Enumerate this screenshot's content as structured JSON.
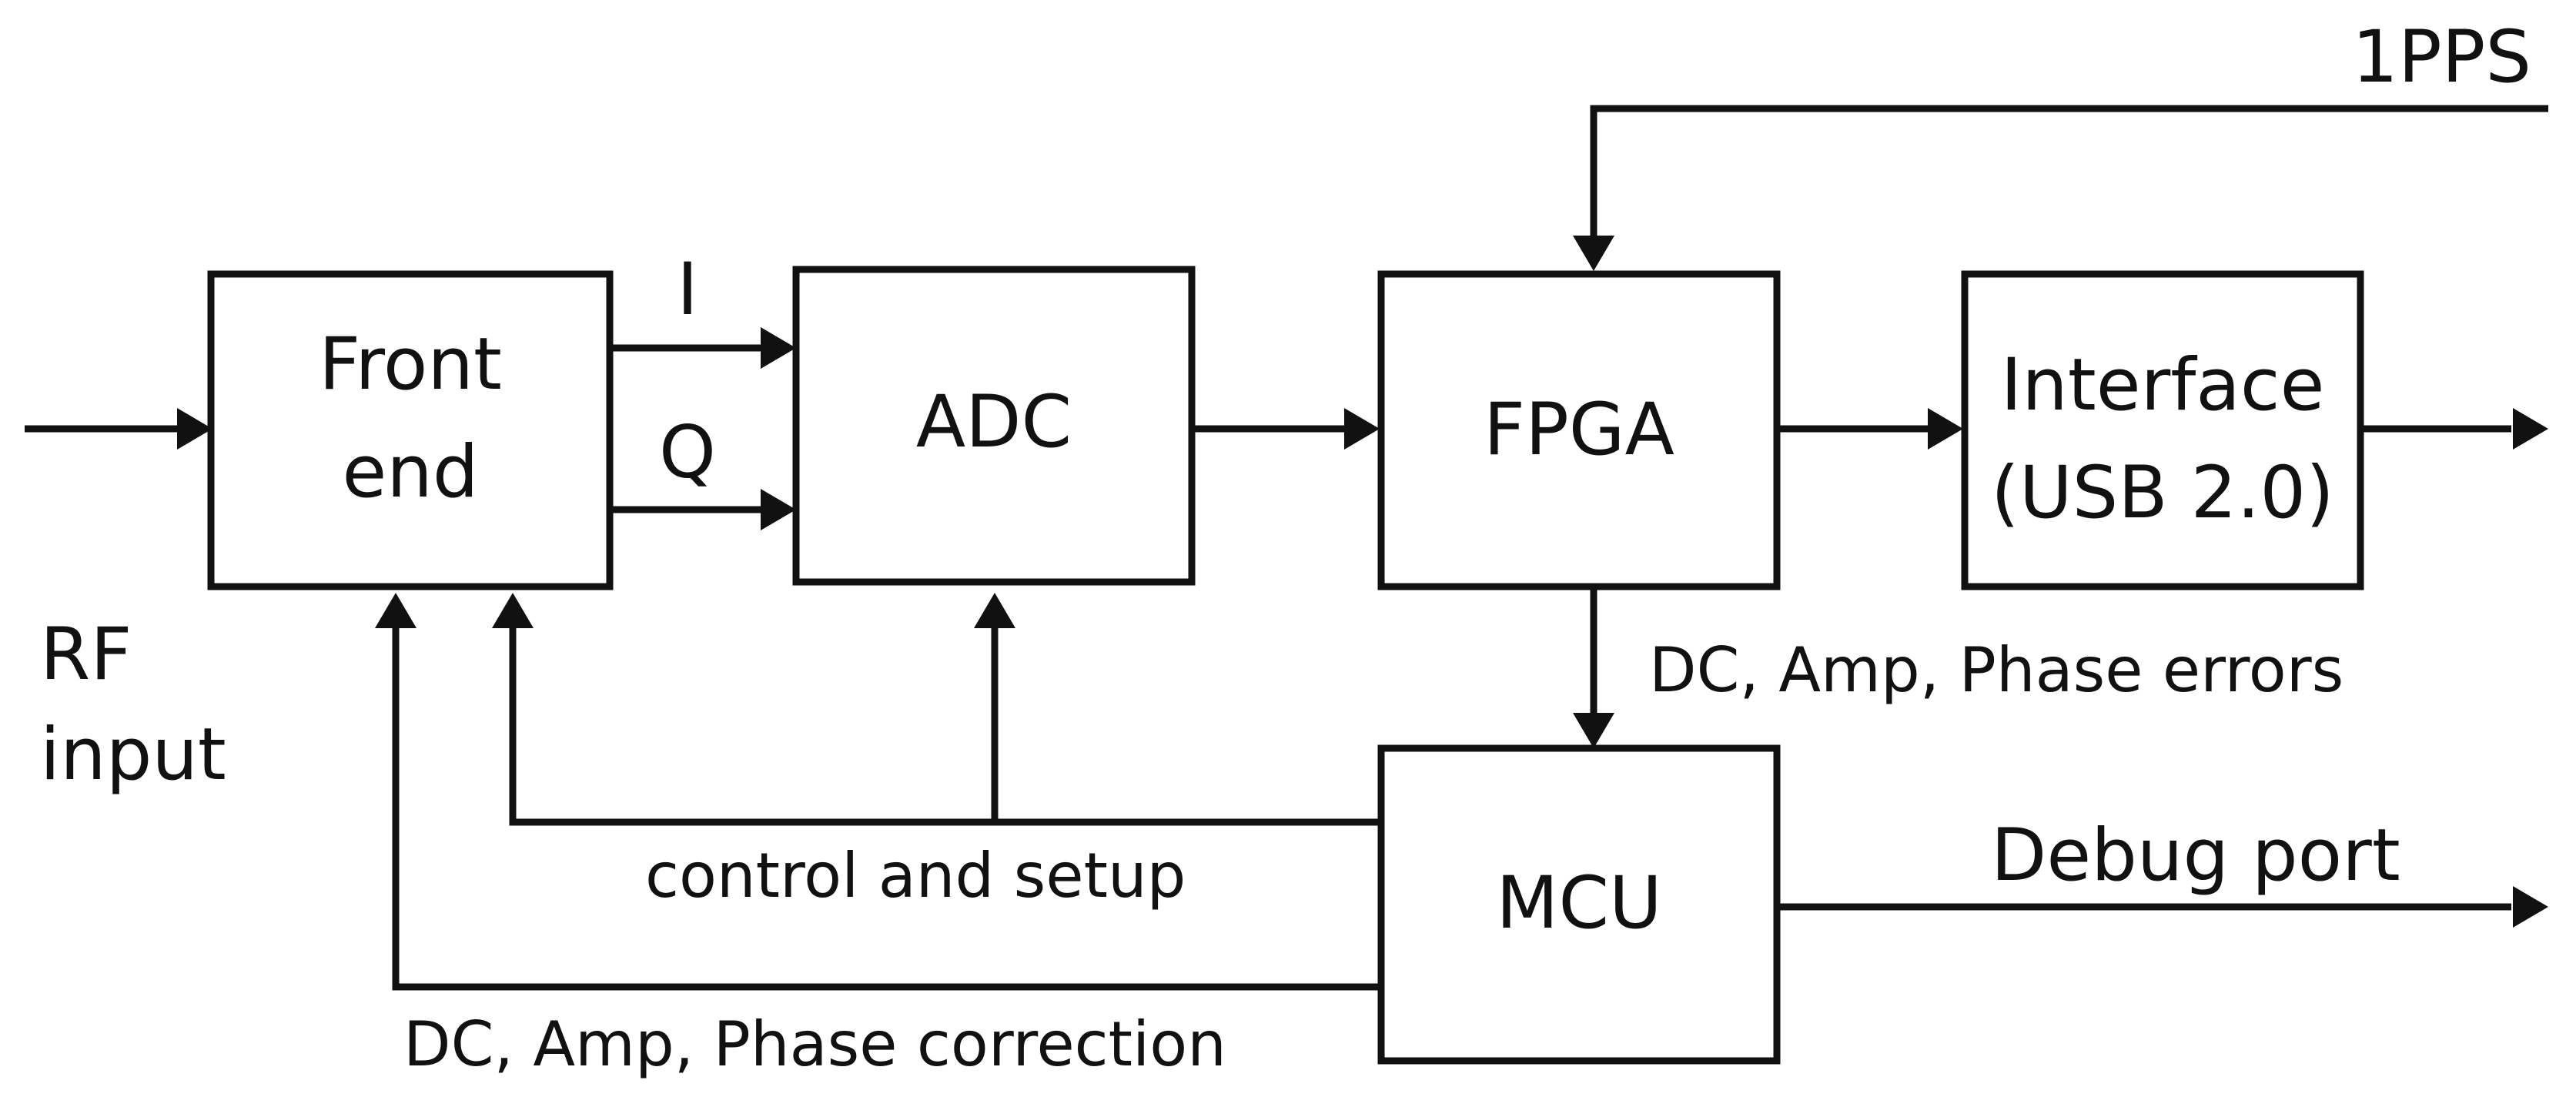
{
  "colors": {
    "stroke": "#111111",
    "background": "#ffffff"
  },
  "blocks": {
    "front_end": {
      "line1": "Front",
      "line2": "end"
    },
    "adc": {
      "label": "ADC"
    },
    "fpga": {
      "label": "FPGA"
    },
    "interface": {
      "line1": "Interface",
      "line2": "(USB 2.0)"
    },
    "mcu": {
      "label": "MCU"
    }
  },
  "signals": {
    "i": "I",
    "q": "Q",
    "pps": "1PPS",
    "rf_line1": "RF",
    "rf_line2": "input",
    "errors": "DC, Amp, Phase errors",
    "control": "control and setup",
    "correction": "DC, Amp, Phase correction",
    "debug": "Debug port"
  }
}
